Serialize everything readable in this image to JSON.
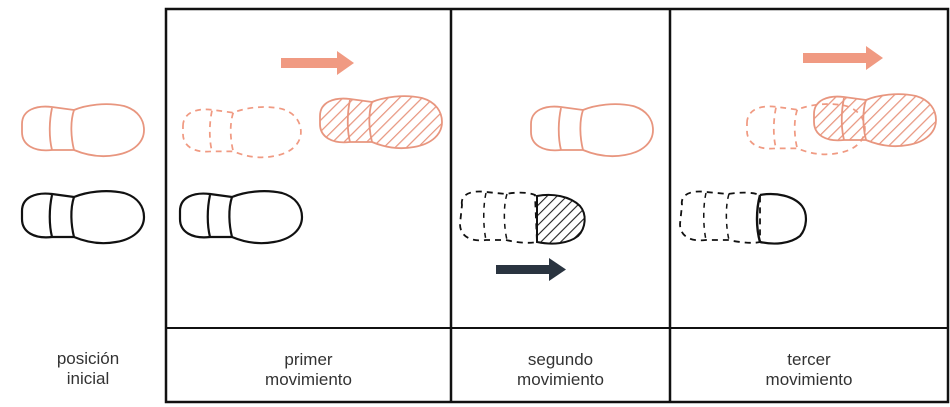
{
  "colors": {
    "leader_foot": "#e8967f",
    "leader_arrow": "#f09a82",
    "follower_foot": "#111111",
    "follower_arrow": "#2a3440",
    "frame": "#111111",
    "text": "#333333"
  },
  "captions": {
    "initial": {
      "line1": "posición",
      "line2": "inicial"
    },
    "step1": {
      "line1": "primer",
      "line2": "movimiento"
    },
    "step2": {
      "line1": "segundo",
      "line2": "movimiento"
    },
    "step3": {
      "line1": "tercer",
      "line2": "movimiento"
    }
  },
  "icons": {
    "arrow_leader": "arrow-right-icon",
    "arrow_follower": "arrow-right-icon",
    "footprint": "shoe-footprint-icon"
  }
}
